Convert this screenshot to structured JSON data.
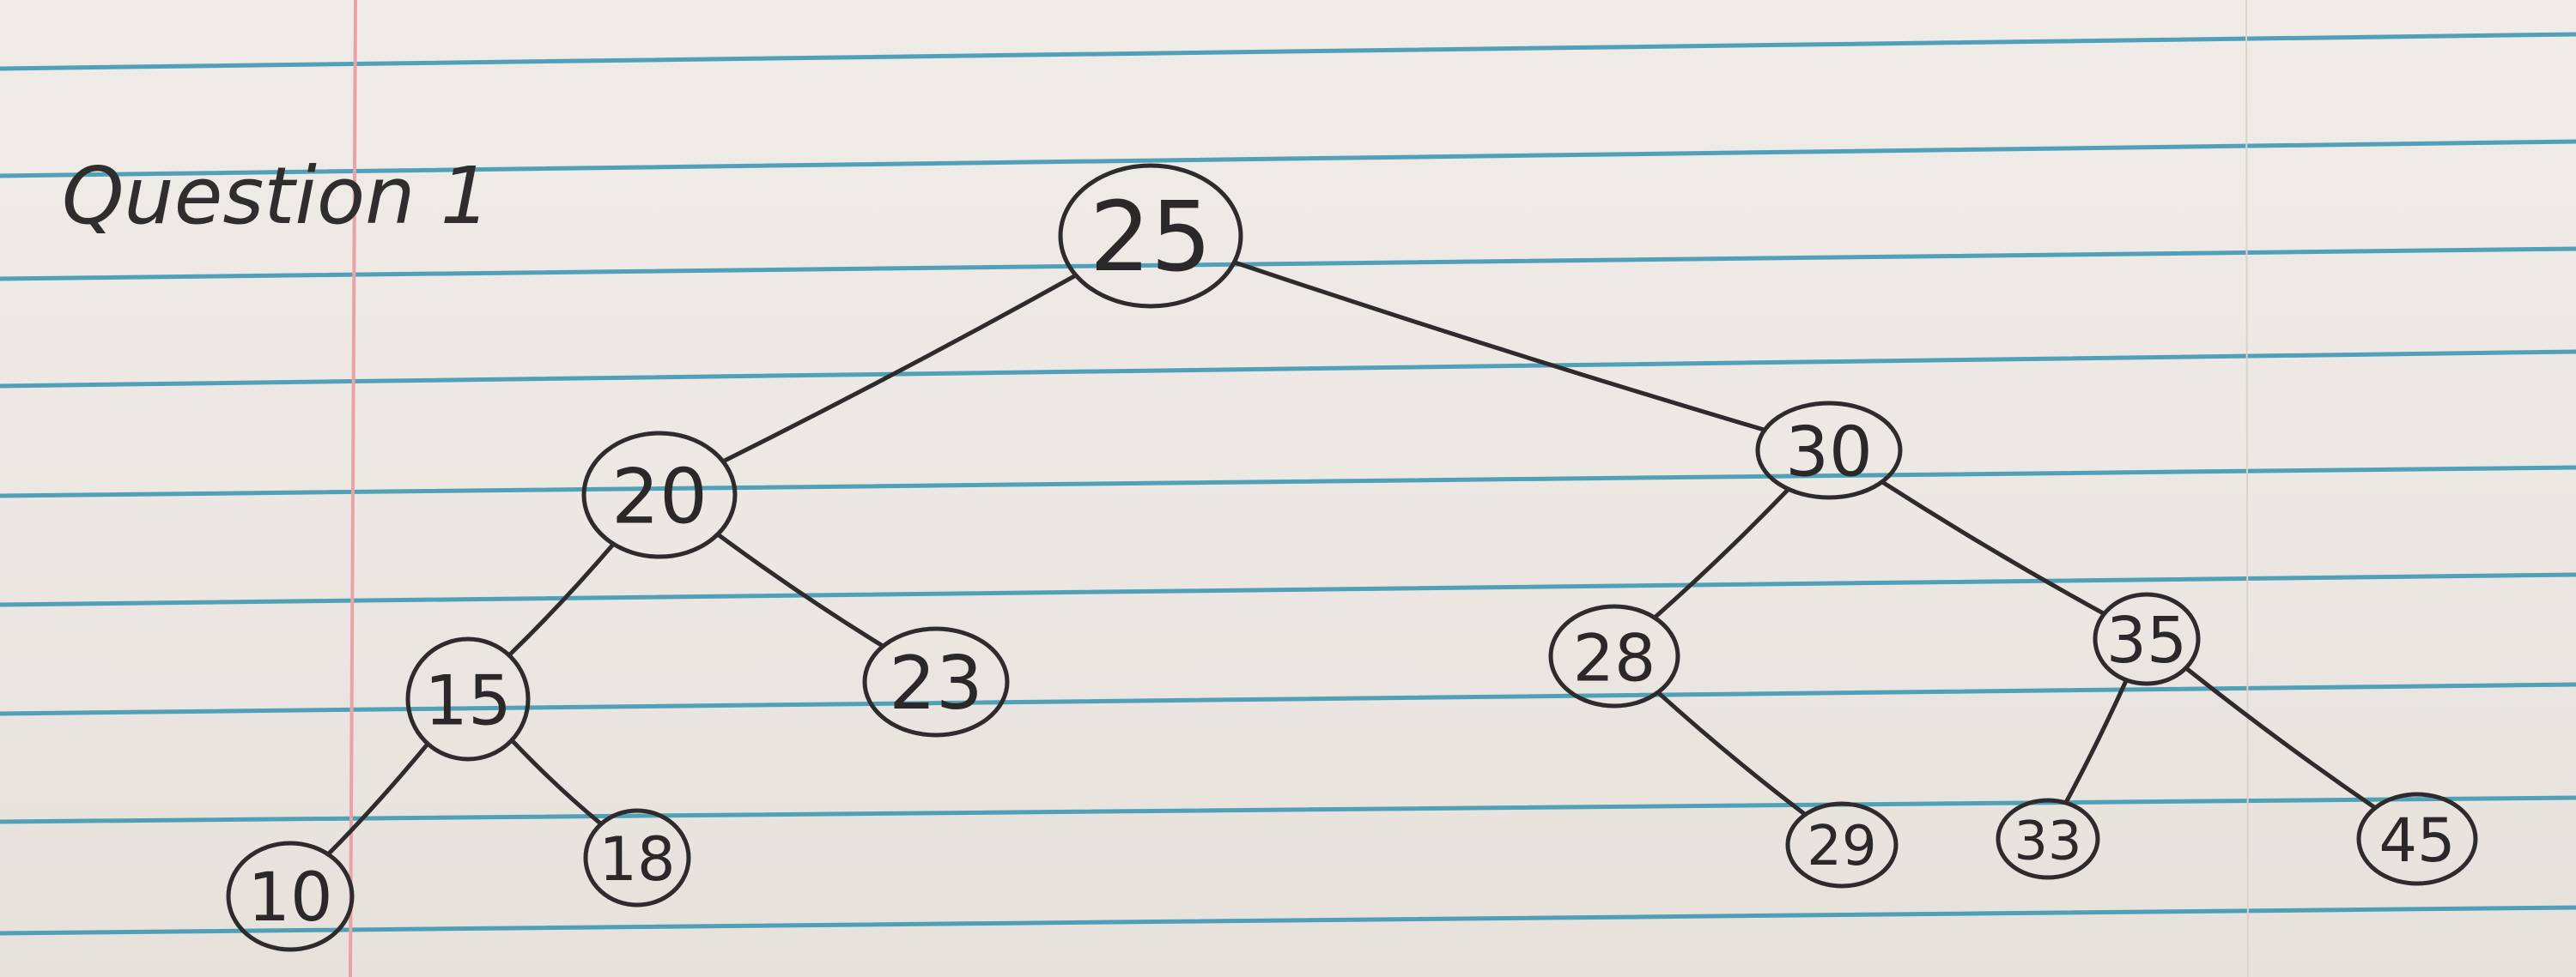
{
  "title": "Question 1",
  "colors": {
    "paper": "#efeae6",
    "rule_line": "#3f98b4",
    "margin_line": "#e7a3a6",
    "ink": "#2d2b2c"
  },
  "tree": {
    "root": "25",
    "nodes": [
      {
        "id": "n25",
        "label": "25"
      },
      {
        "id": "n20",
        "label": "20"
      },
      {
        "id": "n30",
        "label": "30"
      },
      {
        "id": "n15",
        "label": "15"
      },
      {
        "id": "n23",
        "label": "23"
      },
      {
        "id": "n28",
        "label": "28"
      },
      {
        "id": "n35",
        "label": "35"
      },
      {
        "id": "n10",
        "label": "10"
      },
      {
        "id": "n18",
        "label": "18"
      },
      {
        "id": "n29",
        "label": "29"
      },
      {
        "id": "n33",
        "label": "33"
      },
      {
        "id": "n45",
        "label": "45"
      }
    ],
    "edges": [
      {
        "from": "n25",
        "to": "n20"
      },
      {
        "from": "n25",
        "to": "n30"
      },
      {
        "from": "n20",
        "to": "n15"
      },
      {
        "from": "n20",
        "to": "n23"
      },
      {
        "from": "n15",
        "to": "n10"
      },
      {
        "from": "n15",
        "to": "n18"
      },
      {
        "from": "n30",
        "to": "n28"
      },
      {
        "from": "n30",
        "to": "n35"
      },
      {
        "from": "n28",
        "to": "n29"
      },
      {
        "from": "n35",
        "to": "n33"
      },
      {
        "from": "n35",
        "to": "n45"
      }
    ]
  }
}
